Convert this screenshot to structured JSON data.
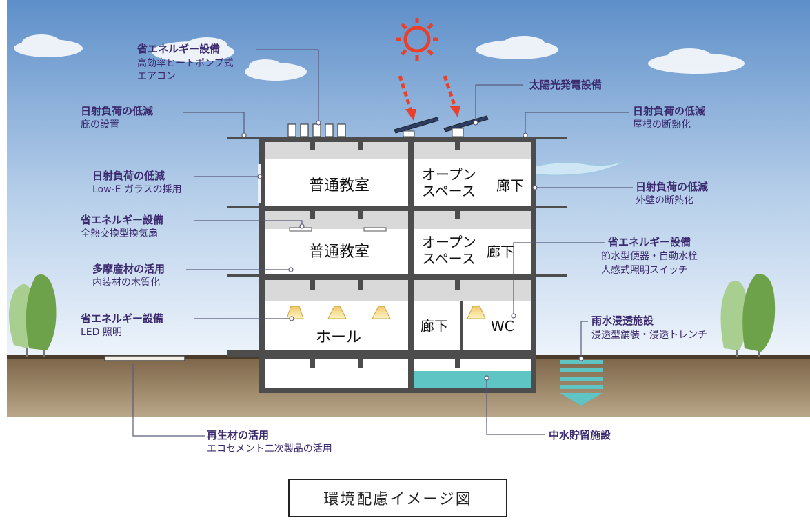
{
  "labels": {
    "hvac": {
      "title": "省エネルギー設備",
      "sub1": "高効率ヒートポンプ式",
      "sub2": "エアコン"
    },
    "solar": {
      "title": "太陽光発電設備"
    },
    "eaves": {
      "title": "日射負荷の低減",
      "sub": "庇の設置"
    },
    "roof_insulation": {
      "title": "日射負荷の低減",
      "sub": "屋根の断熱化"
    },
    "glass": {
      "title": "日射負荷の低減",
      "sub": "Low-E ガラスの採用"
    },
    "wall_insulation": {
      "title": "日射負荷の低減",
      "sub": "外壁の断熱化"
    },
    "ventilation": {
      "title": "省エネルギー設備",
      "sub": "全熱交換型換気扇"
    },
    "water_saving": {
      "title": "省エネルギー設備",
      "sub1": "節水型便器・自動水栓",
      "sub2": "人感式照明スイッチ"
    },
    "timber": {
      "title": "多摩産材の活用",
      "sub": "内装材の木質化"
    },
    "led": {
      "title": "省エネルギー設備",
      "sub": "LED 照明"
    },
    "rain": {
      "title": "雨水浸透施設",
      "sub": "浸透型舗装・浸透トレンチ"
    },
    "recycled": {
      "title": "再生材の活用",
      "sub": "エコセメント二次製品の活用"
    },
    "greywater": {
      "title": "中水貯留施設"
    }
  },
  "rooms": {
    "classroom": "普通教室",
    "open_space_1": "オープン",
    "open_space_2": "スペース",
    "corridor": "廊下",
    "hall": "ホール",
    "wc": "WC"
  },
  "caption": "環境配慮イメージ図",
  "colors": {
    "sky_top": "#5e8fc9",
    "sky_bottom": "#eef4fb",
    "ground": "#8b7355",
    "label_text": "#3b2a6e",
    "sun": "#e8402a",
    "water": "#5fc4c4"
  }
}
